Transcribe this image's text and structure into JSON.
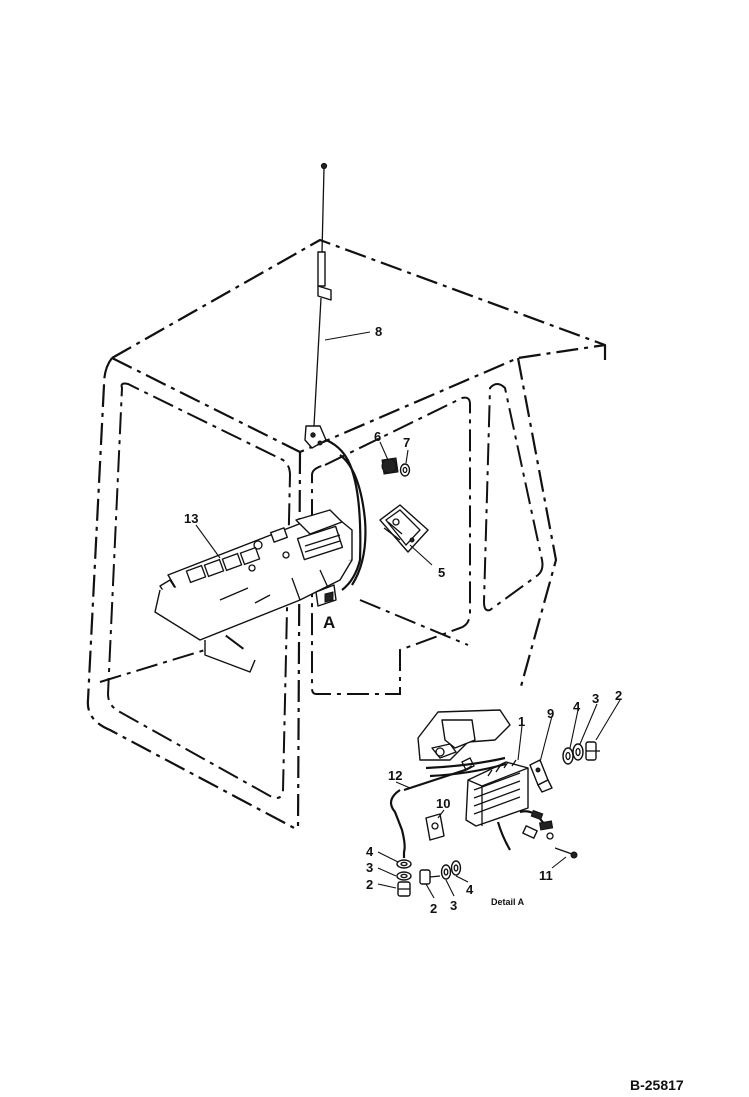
{
  "callouts": {
    "c1": "1",
    "c2a": "2",
    "c2b": "2",
    "c2c": "2",
    "c3a": "3",
    "c3b": "3",
    "c3c": "3",
    "c4a": "4",
    "c4b": "4",
    "c4c": "4",
    "c5": "5",
    "c6": "6",
    "c7": "7",
    "c8": "8",
    "c9": "9",
    "c10": "10",
    "c11": "11",
    "c12": "12",
    "c13": "13",
    "view_a": "A"
  },
  "detail_label": "Detail A",
  "document_number": "B-25817"
}
